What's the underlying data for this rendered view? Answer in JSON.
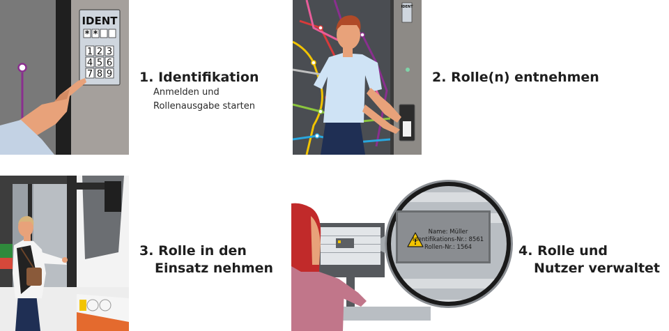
{
  "steps": [
    {
      "number": "1.",
      "title": "Identifikation",
      "subtitle_lines": [
        "Anmelden und",
        "Rollenausgabe starten"
      ]
    },
    {
      "number": "2.",
      "title": "Rolle(n) entnehmen"
    },
    {
      "number": "3.",
      "title_lines": [
        "Rolle in den",
        "Einsatz nehmen"
      ]
    },
    {
      "number": "4.",
      "title_lines": [
        "Rolle und",
        "Nutzer verwaltet"
      ]
    }
  ],
  "keypad": {
    "label": "IDENT",
    "code_display": [
      "*",
      "*",
      "",
      ""
    ],
    "keys": [
      "1",
      "2",
      "3",
      "4",
      "5",
      "6",
      "7",
      "8",
      "9"
    ],
    "small_label": "IDENT"
  },
  "info_card": {
    "name_line": "Name: Müller",
    "id_line": "Identifikations-Nr.: 8561",
    "roll_line": "Rollen-Nr.: 1564",
    "warning_symbol": "!"
  },
  "icons": [
    "warning-triangle-icon",
    "hand-icon",
    "magnifier-lens"
  ]
}
